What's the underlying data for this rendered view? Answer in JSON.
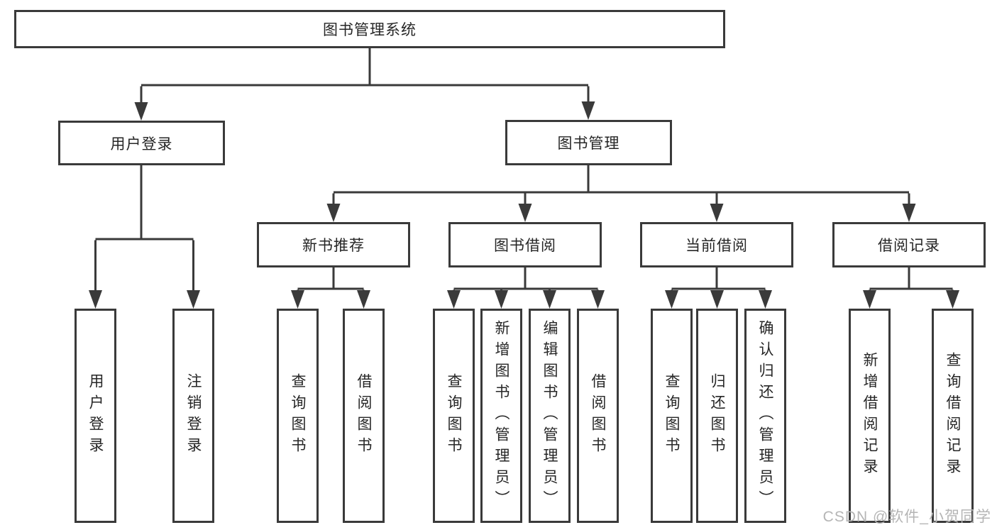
{
  "colors": {
    "line": "#3a3a3a",
    "box-fill": "#ffffff",
    "text": "#262626",
    "watermark": "#b5b5b5"
  },
  "watermark": "CSDN @软件_小贺同学",
  "nodes": {
    "root": "图书管理系统",
    "l1": [
      "用户登录",
      "图书管理"
    ],
    "l2": [
      "新书推荐",
      "图书借阅",
      "当前借阅",
      "借阅记录"
    ],
    "leaves": {
      "user_login": [
        "用户登录",
        "注销登录"
      ],
      "new_book_recommend": [
        "查询图书",
        "借阅图书"
      ],
      "book_borrow": [
        "查询图书",
        "新增图书（管理员）",
        "编辑图书（管理员）",
        "借阅图书"
      ],
      "current_borrow": [
        "查询图书",
        "归还图书",
        "确认归还（管理员）"
      ],
      "borrow_records": [
        "新增借阅记录",
        "查询借阅记录"
      ]
    }
  }
}
